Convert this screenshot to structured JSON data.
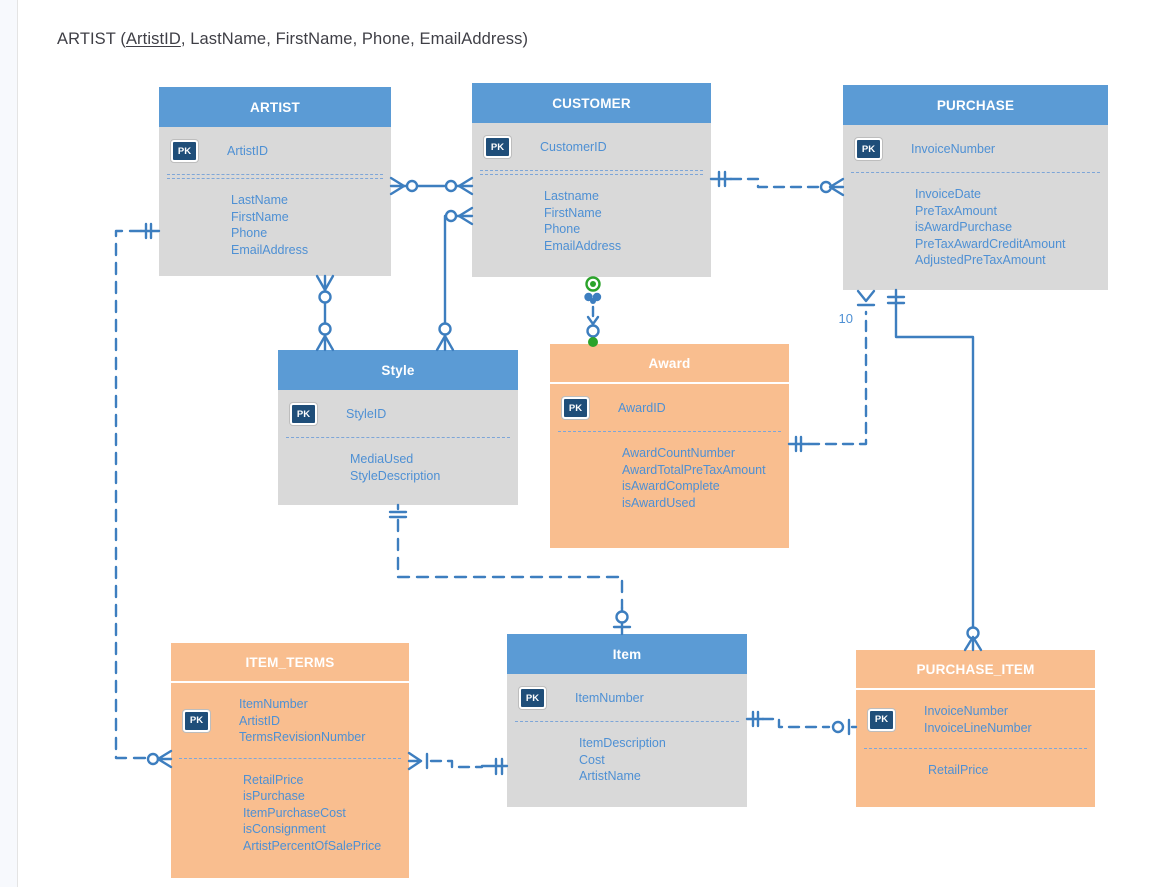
{
  "page": {
    "title_prefix": "ARTIST (",
    "title_underlined": "ArtistID",
    "title_suffix": ", LastName, FirstName, Phone, EmailAddress)"
  },
  "pk_label": "PK",
  "entities": {
    "artist": {
      "title": "ARTIST",
      "pk": [
        "ArtistID"
      ],
      "attributes": [
        "LastName",
        "FirstName",
        "Phone",
        "EmailAddress"
      ]
    },
    "customer": {
      "title": "CUSTOMER",
      "pk": [
        "CustomerID"
      ],
      "attributes": [
        "Lastname",
        "FirstName",
        "Phone",
        "EmailAddress"
      ]
    },
    "purchase": {
      "title": "PURCHASE",
      "pk": [
        "InvoiceNumber"
      ],
      "attributes": [
        "InvoiceDate",
        "PreTaxAmount",
        "isAwardPurchase",
        "PreTaxAwardCreditAmount",
        "AdjustedPreTaxAmount"
      ]
    },
    "style": {
      "title": "Style",
      "pk": [
        "StyleID"
      ],
      "attributes": [
        "MediaUsed",
        "StyleDescription"
      ]
    },
    "award": {
      "title": "Award",
      "pk": [
        "AwardID"
      ],
      "attributes": [
        "AwardCountNumber",
        "AwardTotalPreTaxAmount",
        "isAwardComplete",
        "isAwardUsed"
      ]
    },
    "item_terms": {
      "title": "ITEM_TERMS",
      "pk": [
        "ItemNumber",
        "ArtistID",
        "TermsRevisionNumber"
      ],
      "attributes": [
        "RetailPrice",
        "isPurchase",
        "ItemPurchaseCost",
        "isConsignment",
        "ArtistPercentOfSalePrice"
      ]
    },
    "item": {
      "title": "Item",
      "pk": [
        "ItemNumber"
      ],
      "attributes": [
        "ItemDescription",
        "Cost",
        "ArtistName"
      ]
    },
    "purchase_item": {
      "title": "PURCHASE_ITEM",
      "pk": [
        "InvoiceNumber",
        "InvoiceLineNumber"
      ],
      "attributes": [
        "RetailPrice"
      ]
    }
  },
  "connectors": {
    "purchase_award_cardinality_label": "10"
  },
  "colors": {
    "entity_header_blue": "#5b9bd5",
    "entity_body_gray": "#d9d9d9",
    "entity_orange": "#f9be8f",
    "pk_badge_navy": "#1f4e79",
    "field_text_blue": "#4e90d4",
    "connector_blue": "#3d7ebf",
    "selection_green": "#2ba32b",
    "separator_dash_blue": "#7ea6d8"
  }
}
